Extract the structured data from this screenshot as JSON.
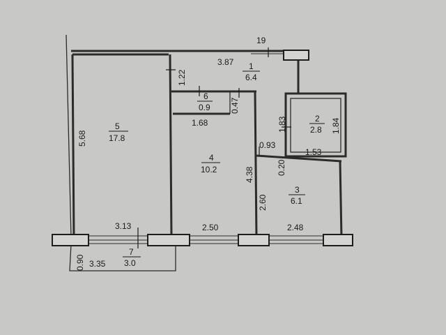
{
  "plan": {
    "top_label": "19",
    "rooms": [
      {
        "number": "1",
        "area": "6.4"
      },
      {
        "number": "2",
        "area": "2.8"
      },
      {
        "number": "3",
        "area": "6.1"
      },
      {
        "number": "4",
        "area": "10.2"
      },
      {
        "number": "5",
        "area": "17.8"
      },
      {
        "number": "6",
        "area": "0.9"
      },
      {
        "number": "7",
        "area": "3.0"
      }
    ],
    "dimensions": {
      "d_3_87": "3.87",
      "d_1_22": "1.22",
      "d_0_47": "0.47",
      "d_1_68": "1.68",
      "d_5_68": "5.68",
      "d_1_83": "1.83",
      "d_1_84": "1.84",
      "d_0_93": "0.93",
      "d_1_53": "1.53",
      "d_0_20": "0.20",
      "d_4_38": "4.38",
      "d_2_60": "2.60",
      "d_3_13": "3.13",
      "d_2_50": "2.50",
      "d_2_48": "2.48",
      "d_0_90": "0.90",
      "d_3_35": "3.35"
    }
  }
}
